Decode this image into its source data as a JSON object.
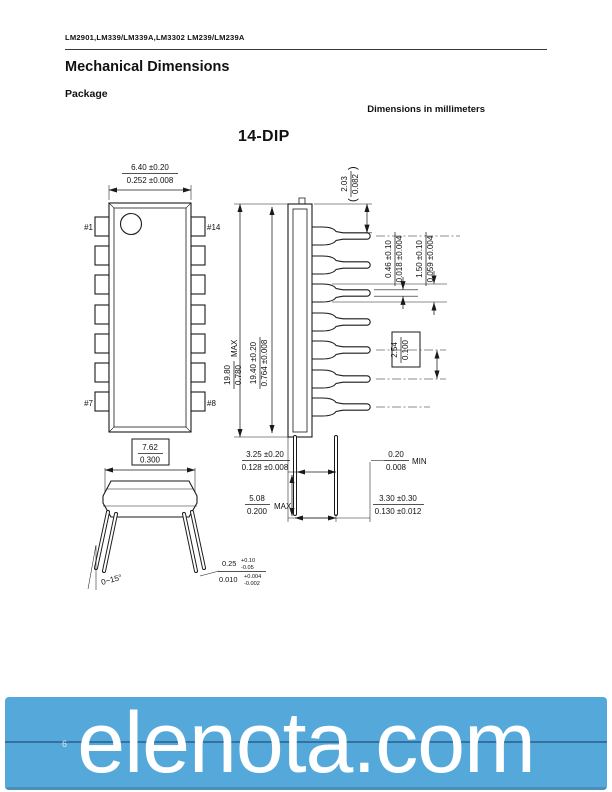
{
  "page": {
    "header_part_numbers": "LM2901,LM339/LM339A,LM3302 LM239/LM239A",
    "section_title": "Mechanical Dimensions",
    "subsection_title": "Package",
    "units_note": "Dimensions in millimeters",
    "package_title": "14-DIP",
    "page_number": "6"
  },
  "drawing": {
    "pin_labels": {
      "p1": "#1",
      "p14": "#14",
      "p7": "#7",
      "p8": "#8"
    },
    "dimensions": {
      "body_width": {
        "mm": "6.40 ±0.20",
        "in": "0.252 ±0.008"
      },
      "row_spacing": {
        "mm": "7.62",
        "in": "0.300"
      },
      "body_length_max": {
        "mm": "19.80",
        "in": "0.780",
        "suffix": "MAX"
      },
      "body_length": {
        "mm": "19.40 ±0.20",
        "in": "0.764 ±0.008"
      },
      "top_to_lead": {
        "mm": "2.03",
        "in": "0.082",
        "paren_open": "(",
        "paren_close": ")"
      },
      "lead_width": {
        "mm": "0.46 ±0.10",
        "in": "0.018 ±0.004"
      },
      "shoulder_width": {
        "mm": "1.50 ±0.10",
        "in": "0.059 ±0.004"
      },
      "lead_pitch": {
        "mm": "2.54",
        "in": "0.100"
      },
      "seated_offset": {
        "mm": "3.25 ±0.20",
        "in": "0.128 ±0.008"
      },
      "standoff_min": {
        "mm": "0.20",
        "in": "0.008",
        "suffix": "MIN"
      },
      "lead_length_max": {
        "mm": "5.08",
        "in": "0.200",
        "suffix": "MAX"
      },
      "tip_length": {
        "mm": "3.30 ±0.30",
        "in": "0.130 ±0.012"
      },
      "lead_angle": "0~15°",
      "lead_thickness": {
        "mm": "0.25",
        "mm_plus": "+0.10",
        "mm_minus": "-0.05",
        "in": "0.010",
        "in_plus": "+0.004",
        "in_minus": "-0.002"
      }
    }
  },
  "watermark": {
    "text": "elenota.com",
    "background_color": "#55a9da",
    "rule_color": "#35719f",
    "text_color": "#ffffff"
  }
}
